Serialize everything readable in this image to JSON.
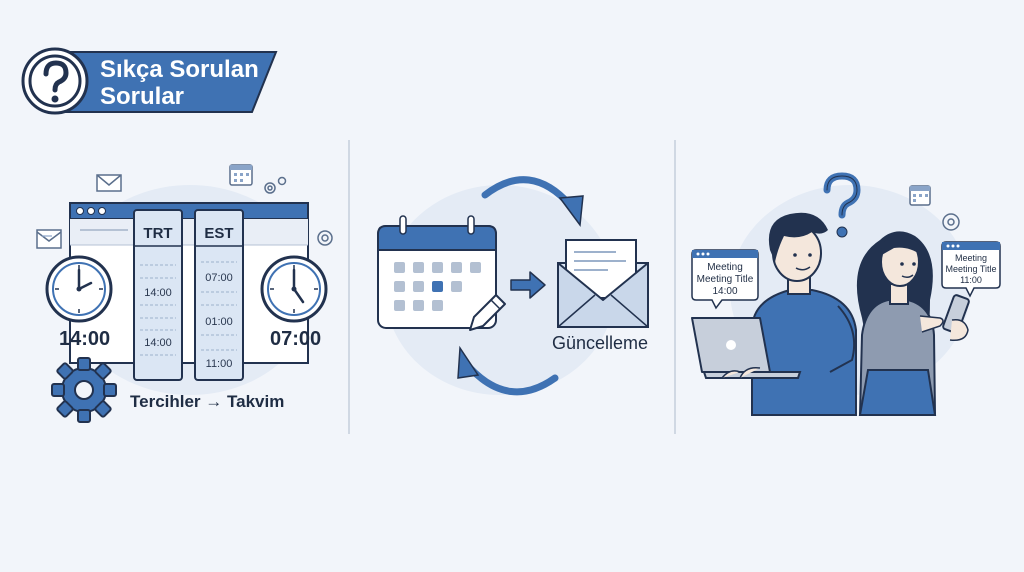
{
  "header": {
    "title_line1": "Sıkça Sorulan",
    "title_line2": "Sorular",
    "icon": "question-mark-icon"
  },
  "panel_timezones": {
    "left_clock_time": "14:00",
    "right_clock_time": "07:00",
    "col_trt": {
      "label": "TRT",
      "times": [
        "14:00",
        "14:00"
      ]
    },
    "col_est": {
      "label": "EST",
      "times": [
        "07:00",
        "01:00",
        "11:00"
      ]
    },
    "settings_path": "Tercihler → Takvim"
  },
  "panel_update": {
    "label": "Güncelleme"
  },
  "panel_people": {
    "bubble_left": {
      "line1": "Meeting",
      "line2": "Meeting Title",
      "time": "14:00"
    },
    "bubble_right": {
      "line1": "Meeting",
      "line2": "Meeting Title",
      "time": "11:00"
    }
  },
  "colors": {
    "accent": "#3f72b3",
    "dark_blue": "#2c5a96",
    "light_blue": "#dbe6f4",
    "background": "#f2f5fa",
    "outline": "#22324f"
  }
}
